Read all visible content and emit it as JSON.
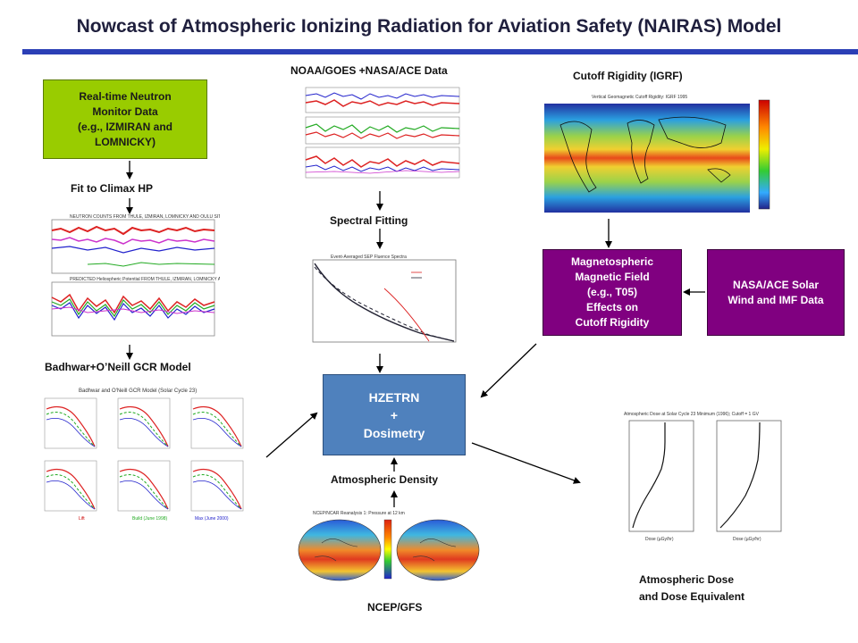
{
  "title": "Nowcast of Atmospheric Ionizing Radiation for Aviation Safety (NAIRAS) Model",
  "colors": {
    "title_rule": "#2b3fb6",
    "neutron_box": "#99cc00",
    "magnetosphere_box": "#800080",
    "hzetrn_box": "#4f81bd"
  },
  "boxes": {
    "neutron": [
      "Real-time Neutron",
      "Monitor Data",
      "(e.g., IZMIRAN and",
      "LOMNICKY)"
    ],
    "magnetosphere": [
      "Magnetospheric",
      "Magnetic Field",
      "(e.g., T05)",
      "Effects on",
      "Cutoff Rigidity"
    ],
    "solar_wind": [
      "NASA/ACE Solar",
      "Wind and IMF Data"
    ],
    "hzetrn": [
      "HZETRN",
      "+",
      "Dosimetry"
    ]
  },
  "labels": {
    "fit_climax": "Fit to Climax HP",
    "badhwar": "Badhwar+O’Neill GCR Model",
    "goes_ace": "NOAA/GOES +NASA/ACE Data",
    "spectral_fitting": "Spectral Fitting",
    "atmospheric_density": "Atmospheric Density",
    "ncep": "NCEP/GFS",
    "cutoff_rigidity": "Cutoff Rigidity (IGRF)",
    "dose_line1": "Atmospheric Dose",
    "dose_line2": "and Dose Equivalent"
  }
}
